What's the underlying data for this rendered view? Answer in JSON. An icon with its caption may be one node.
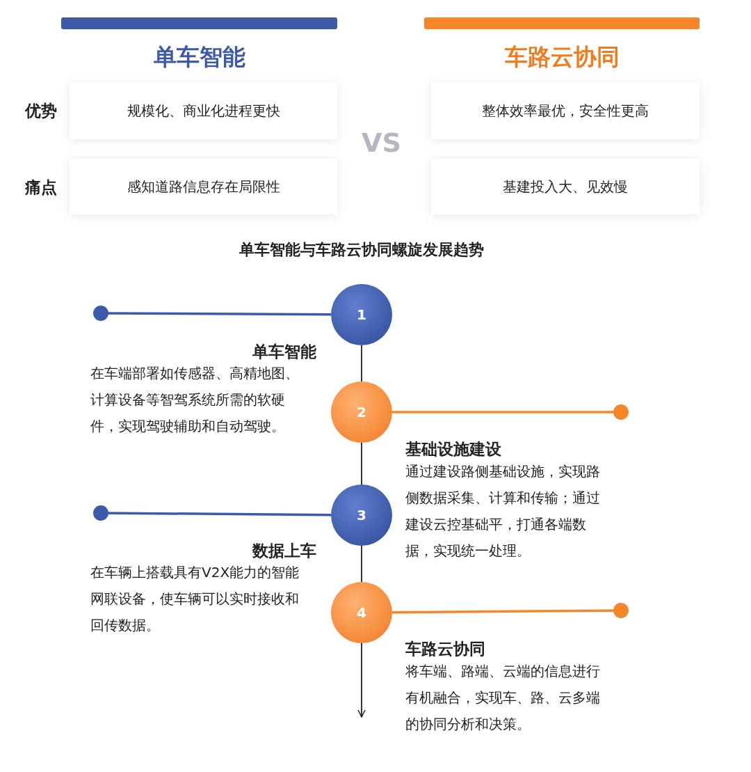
{
  "diagram": {
    "title": "单车智能与车路云协同螺旋发展趋势",
    "nodes": [
      {
        "text": [
          "规模化、商业化进程更快"
        ]
      },
      {
        "text": [
          "整体效率最优，安全性更高"
        ]
      },
      {
        "text": [
          "感知道路信息存在局限性"
        ]
      },
      {
        "text": [
          "基建投入大、见效慢"
        ]
      },
      {
        "text": [
          "1"
        ],
        "beside": [
          "单车智能",
          "在车端部署如传感器、高精地图、计算设备等智驾系统所需的软硬件，实现驾驶辅助和自动驾驶。"
        ]
      },
      {
        "text": [
          "2"
        ],
        "beside": [
          "基础设施建设",
          "通过建设路侧基础设施，实现路侧数据采集、计算和传输；通过建设云控基础平，打通各端数据，实现统一处理。"
        ]
      },
      {
        "text": [
          "3"
        ],
        "beside": [
          "数据上车",
          "在车辆上搭载具有V2X能力的智能网联设备，使车辆可以实时接收和回传数据。"
        ]
      },
      {
        "text": [
          "4"
        ],
        "beside": [
          "车路云协同",
          "将车端、路端、云端的信息进行有机融合，实现车、路、云多端的协同分析和决策。"
        ]
      }
    ],
    "edges": [
      {
        "from": 4,
        "to": 5,
        "arrow": "none"
      },
      {
        "from": 5,
        "to": 6,
        "arrow": "none"
      },
      {
        "from": 6,
        "to": 7,
        "arrow": "none"
      },
      {
        "from": 7,
        "to": null,
        "arrow": "to"
      },
      {
        "from": 4,
        "to": null,
        "arrow": "other",
        "color": "#3d5aa8"
      },
      {
        "from": 5,
        "to": null,
        "arrow": "other",
        "color": "#f5862a"
      },
      {
        "from": 6,
        "to": null,
        "arrow": "other",
        "color": "#3d5aa8"
      },
      {
        "from": 7,
        "to": null,
        "arrow": "other",
        "color": "#f5862a"
      }
    ],
    "labels": [
      "单车智能",
      "车路云协同",
      "优势",
      "VS",
      "痛点"
    ]
  }
}
